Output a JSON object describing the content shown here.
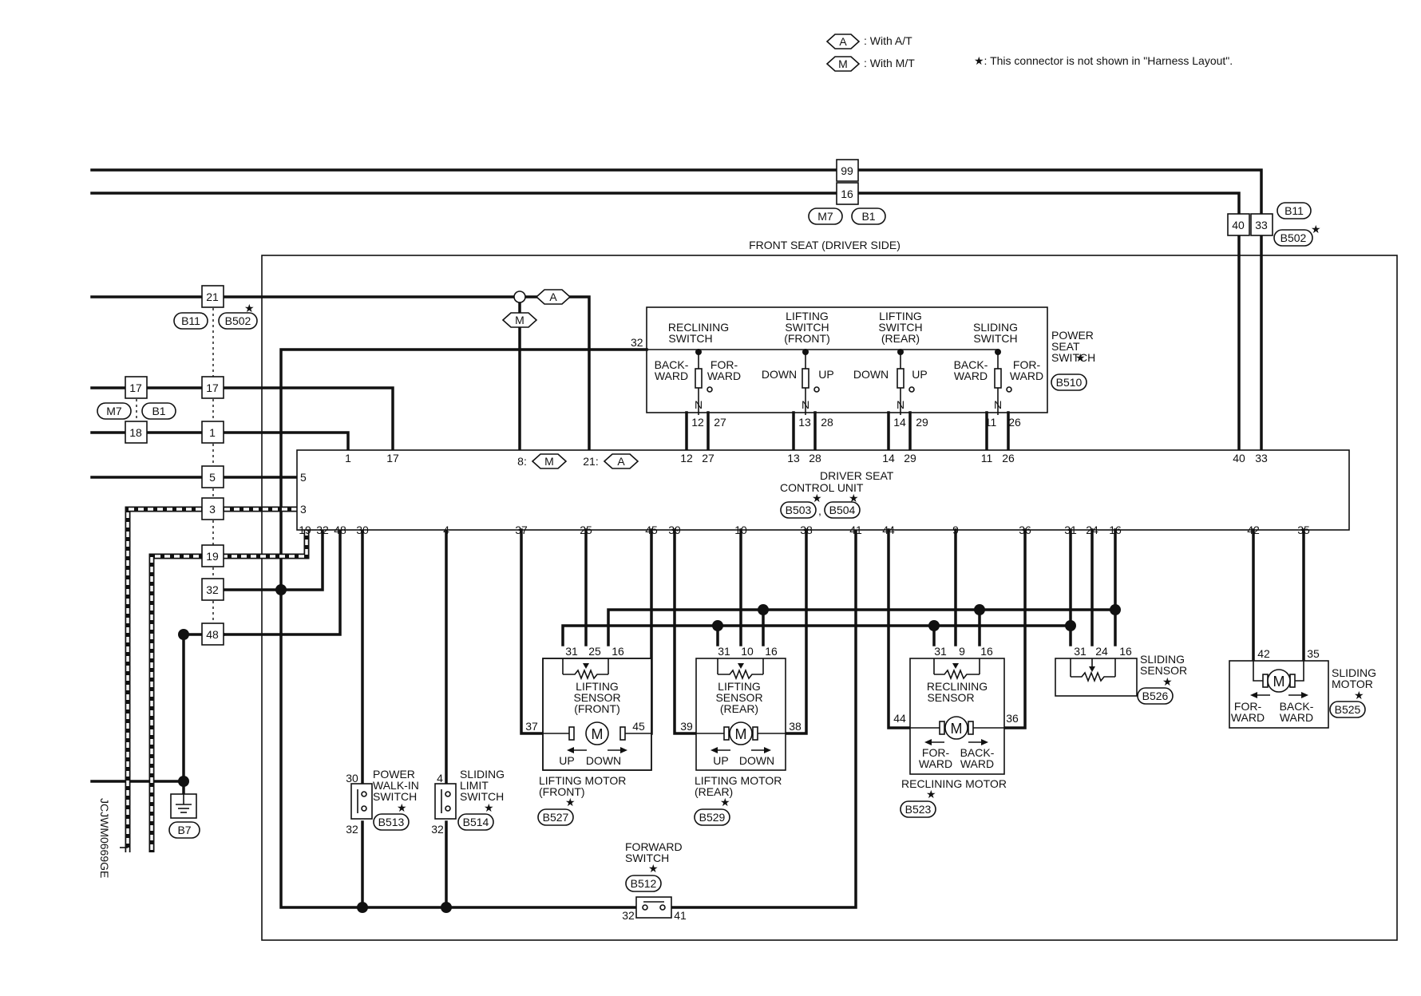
{
  "legend": {
    "a_tag": "A",
    "a_text": ": With A/T",
    "m_tag": "M",
    "m_text": ": With M/T",
    "star_text": "★: This connector is not shown in \"Harness Layout\"."
  },
  "title": "FRONT SEAT (DRIVER SIDE)",
  "side_code": "JCJWM0669GE",
  "star": "★",
  "top_junction": {
    "pins": [
      "99",
      "16"
    ],
    "connectors": [
      "M7",
      "B1"
    ]
  },
  "right_junction": {
    "pins": [
      "40",
      "33"
    ],
    "connectors": [
      "B11",
      "B502"
    ]
  },
  "left_junction": {
    "connectors": [
      "B11",
      "B502"
    ],
    "pins": [
      "21",
      "17",
      "1",
      "5",
      "3",
      "19",
      "32",
      "48"
    ],
    "outer_connectors": [
      "M7",
      "B1"
    ],
    "outer_pins": [
      "17",
      "18"
    ]
  },
  "tag_a": "A",
  "tag_m": "M",
  "power_seat_switch": {
    "name": [
      "POWER",
      "SEAT",
      "SWITCH"
    ],
    "connector": "B510",
    "pin_common": "32",
    "switches": [
      {
        "title": [
          "RECLINING",
          "SWITCH"
        ],
        "left": [
          "BACK-",
          "WARD"
        ],
        "right": [
          "FOR-",
          "WARD"
        ],
        "pins": [
          "12",
          "27"
        ]
      },
      {
        "title": [
          "LIFTING",
          "SWITCH",
          "(FRONT)"
        ],
        "left": [
          "DOWN"
        ],
        "right": [
          "UP"
        ],
        "pins": [
          "13",
          "28"
        ]
      },
      {
        "title": [
          "LIFTING",
          "SWITCH",
          "(REAR)"
        ],
        "left": [
          "DOWN"
        ],
        "right": [
          "UP"
        ],
        "pins": [
          "14",
          "29"
        ]
      },
      {
        "title": [
          "SLIDING",
          "SWITCH"
        ],
        "left": [
          "BACK-",
          "WARD"
        ],
        "right": [
          "FOR-",
          "WARD"
        ],
        "pins": [
          "11",
          "26"
        ]
      }
    ],
    "neutral": "N"
  },
  "control_unit": {
    "name": [
      "DRIVER SEAT",
      "CONTROL UNIT"
    ],
    "connectors": [
      "B503",
      "B504"
    ],
    "separator": ",",
    "top_pins": [
      "1",
      "17",
      "8:",
      "21:",
      "12",
      "27",
      "13",
      "28",
      "14",
      "29",
      "11",
      "26",
      "40",
      "33"
    ],
    "left_pins": [
      "5",
      "3"
    ],
    "bottom_pins": [
      "19",
      "32",
      "48",
      "30",
      "4",
      "37",
      "25",
      "45",
      "39",
      "10",
      "38",
      "41",
      "44",
      "9",
      "36",
      "31",
      "24",
      "16",
      "42",
      "35"
    ]
  },
  "lifting_front": {
    "sensor": [
      "LIFTING",
      "SENSOR",
      "(FRONT)"
    ],
    "pins_top": [
      "31",
      "25",
      "16"
    ],
    "pins_side": [
      "37",
      "45"
    ],
    "dir": [
      "UP",
      "DOWN"
    ],
    "motor": [
      "LIFTING MOTOR",
      "(FRONT)"
    ],
    "connector": "B527"
  },
  "lifting_rear": {
    "sensor": [
      "LIFTING",
      "SENSOR",
      "(REAR)"
    ],
    "pins_top": [
      "31",
      "10",
      "16"
    ],
    "pins_side": [
      "39",
      "38"
    ],
    "dir": [
      "UP",
      "DOWN"
    ],
    "motor": [
      "LIFTING MOTOR",
      "(REAR)"
    ],
    "connector": "B529"
  },
  "reclining": {
    "sensor": [
      "RECLINING",
      "SENSOR"
    ],
    "pins_top": [
      "31",
      "9",
      "16"
    ],
    "pins_side": [
      "44",
      "36"
    ],
    "dir": [
      "FOR-",
      "WARD",
      "BACK-",
      "WARD"
    ],
    "motor": [
      "RECLINING MOTOR"
    ],
    "connector": "B523"
  },
  "sliding_sensor": {
    "name": [
      "SLIDING",
      "SENSOR"
    ],
    "pins": [
      "31",
      "24",
      "16"
    ],
    "connector": "B526"
  },
  "sliding_motor": {
    "name": [
      "SLIDING",
      "MOTOR"
    ],
    "pins": [
      "42",
      "35"
    ],
    "dir": [
      "FOR-",
      "WARD",
      "BACK-",
      "WARD"
    ],
    "connector": "B525"
  },
  "motor_symbol": "M",
  "power_walkin": {
    "name": [
      "POWER",
      "WALK-IN",
      "SWITCH"
    ],
    "pins": [
      "30",
      "32"
    ],
    "connector": "B513"
  },
  "sliding_limit": {
    "name": [
      "SLIDING",
      "LIMIT",
      "SWITCH"
    ],
    "pins": [
      "4",
      "32"
    ],
    "connector": "B514"
  },
  "forward_switch": {
    "name": [
      "FORWARD",
      "SWITCH"
    ],
    "pins": [
      "32",
      "41"
    ],
    "connector": "B512"
  },
  "ground": {
    "connector": "B7"
  }
}
